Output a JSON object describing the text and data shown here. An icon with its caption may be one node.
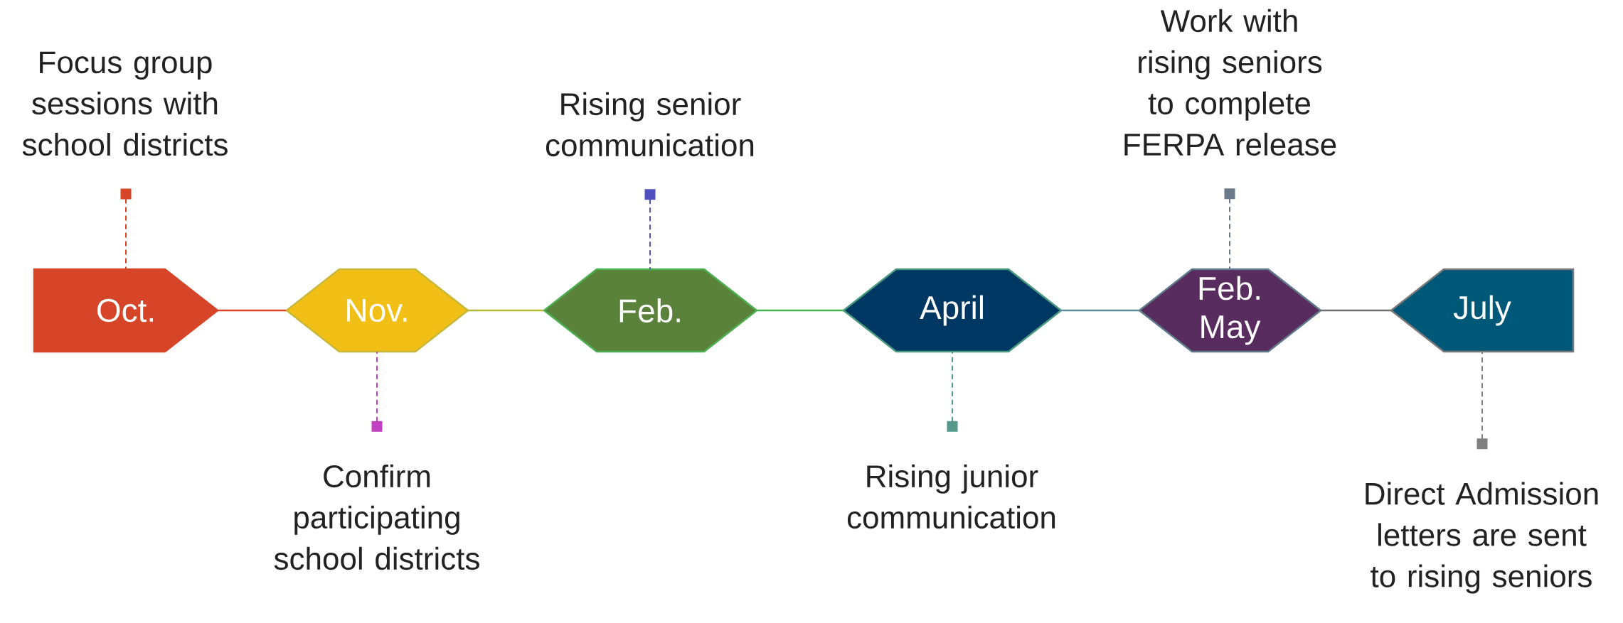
{
  "diagram": {
    "nodes": [
      {
        "text": [
          "Oct."
        ]
      },
      {
        "text": [
          "Nov."
        ]
      },
      {
        "text": [
          "Feb."
        ]
      },
      {
        "text": [
          "April"
        ]
      },
      {
        "text": [
          "Feb. May"
        ]
      },
      {
        "text": [
          "July"
        ]
      },
      {
        "text": [
          "Focus group sessions with school districts"
        ]
      },
      {
        "text": [
          "Confirm participating school districts"
        ]
      },
      {
        "text": [
          "Rising senior communication"
        ]
      },
      {
        "text": [
          "Rising junior communication"
        ]
      },
      {
        "text": [
          "Work with rising seniors to complete FERPA release"
        ]
      },
      {
        "text": [
          "Direct Admission letters are sent to rising seniors"
        ]
      }
    ],
    "edges": [
      {
        "from": 0,
        "to": 1,
        "arrow": "none",
        "color": "#d64527"
      },
      {
        "from": 1,
        "to": 2,
        "arrow": "none",
        "color": "#b5b93a"
      },
      {
        "from": 2,
        "to": 3,
        "arrow": "none",
        "color": "#4caf50"
      },
      {
        "from": 3,
        "to": 4,
        "arrow": "none",
        "color": "#5f8a9a"
      },
      {
        "from": 4,
        "to": 5,
        "arrow": "none",
        "color": "#707070"
      },
      {
        "from": 6,
        "to": 0,
        "arrow": "other",
        "style": "dashed",
        "color": "#d64527"
      },
      {
        "from": 7,
        "to": 1,
        "arrow": "other",
        "style": "dashed",
        "color": "#c040c0"
      },
      {
        "from": 8,
        "to": 2,
        "arrow": "other",
        "style": "dashed",
        "color": "#5050c0"
      },
      {
        "from": 9,
        "to": 3,
        "arrow": "other",
        "style": "dashed",
        "color": "#55998a"
      },
      {
        "from": 10,
        "to": 4,
        "arrow": "other",
        "style": "dashed",
        "color": "#6a7a8a"
      },
      {
        "from": 11,
        "to": 5,
        "arrow": "other",
        "style": "dashed",
        "color": "#808080"
      }
    ]
  }
}
